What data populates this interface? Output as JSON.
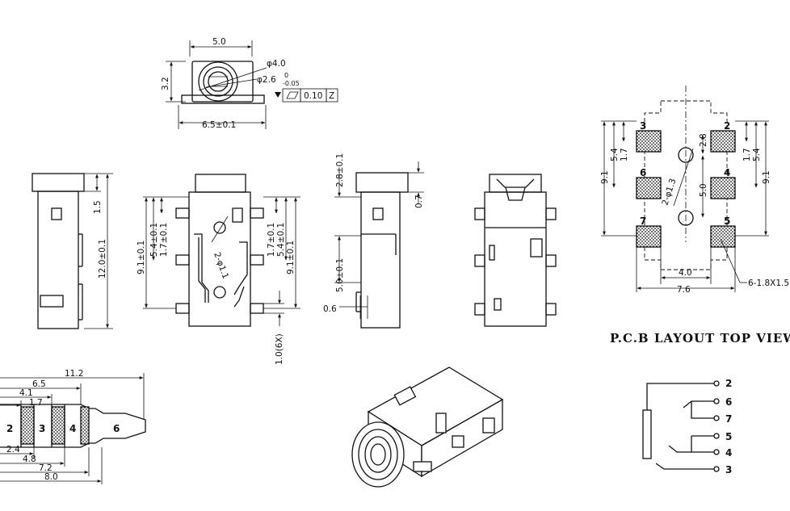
{
  "top_view": {
    "width_label": "5.0",
    "height_label": "3.2",
    "outer_dia_label": "φ4.0",
    "inner_dia_label": "φ2.6",
    "inner_dia_tol_upper": "0",
    "inner_dia_tol_lower": "-0.05",
    "base_label": "6.5±0.1",
    "tolerance_value": "0.10",
    "datum": "Z"
  },
  "left_side_view": {
    "top_label": "1.5",
    "height_label": "12.0±0.1"
  },
  "front_view": {
    "labels": [
      "9.1±0.1",
      "5.4±0.1",
      "1.7±0.1",
      "2-φ1.1",
      "1.7±0.1",
      "5.4±0.1",
      "9.1±0.1",
      "1.0(6X)"
    ]
  },
  "right_side_view": {
    "labels": [
      "2.8±0.1",
      "5.0±0.1",
      "0.6",
      "0.7"
    ]
  },
  "pcb_layout": {
    "title": "P.C.B LAYOUT TOP VIEW",
    "pad_numbers": [
      "3",
      "2",
      "6",
      "4",
      "7",
      "5"
    ],
    "left_labels": [
      "9.1",
      "5.4",
      "1.7"
    ],
    "right_labels": [
      "1.7",
      "5.4",
      "9.1"
    ],
    "center_labels": [
      "2.8",
      "2-φ1.3",
      "5.0"
    ],
    "bottom_labels": [
      "4.0",
      "7.6"
    ],
    "pad_label": "6-1.8X1.5"
  },
  "plug": {
    "dims_top": [
      "11.2",
      "6.5",
      "4.1",
      "1.7"
    ],
    "dims_bottom": [
      "2.4",
      "4.8",
      "7.2",
      "8.0"
    ],
    "segment_numbers": [
      "2",
      "3",
      "4",
      "6"
    ]
  },
  "schematic": {
    "pin_numbers": [
      "2",
      "6",
      "7",
      "5",
      "4",
      "3"
    ]
  }
}
